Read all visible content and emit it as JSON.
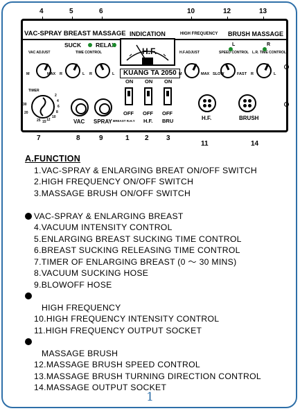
{
  "panel": {
    "title": "VAC-SPRAY BREAST MASSAGE",
    "indication": "INDICATION",
    "meter_label": "H.F.",
    "brand": "KUANG TA 2050",
    "high_frequency": "HIGH FREQUENCY",
    "brush_massage": "BRUSH MASSAGE",
    "suck": "SUCK",
    "relax": "RELAX",
    "vac_adjust": "VAC ADJUST",
    "time_control": "TIME CONTROL",
    "hf_adjust": "H.F.ADJUST",
    "speed_control": "SPEED CONTROL",
    "lr_time_control": "L.R. TIME CONTROL",
    "brush_l": "L",
    "brush_r": "R",
    "min": "M",
    "max": "MAX",
    "r": "R",
    "l": "L",
    "slow": "SLOW",
    "fast": "FAST",
    "timer": "TIMER",
    "timer_scale": [
      "30",
      "2",
      "4",
      "6",
      "8",
      "10",
      "12",
      "25",
      "20",
      "15"
    ],
    "on": "ON",
    "off": "OFF",
    "breast_rhy": "BREAST R.H.Y",
    "hf": "H.F.",
    "bru": "BRU",
    "vac": "VAC",
    "spray": "SPRAY",
    "hf_socket": "H.F.",
    "brush_socket": "BRUSH",
    "callouts_top": [
      "4",
      "5",
      "6",
      "10",
      "12",
      "13"
    ],
    "callouts_bottom": [
      "7",
      "8",
      "9",
      "1",
      "2",
      "3",
      "11",
      "14"
    ]
  },
  "function": {
    "heading": "A.FUNCTION",
    "lines_switch": [
      "1.VAC-SPRAY & ENLARGING BREAT ON/OFF SWITCH",
      "2.HIGH FREQUENCY ON/OFF SWITCH",
      "3.MASSAGE BRUSH ON/OFF SWITCH"
    ],
    "section_vac": "VAC-SPRAY & ENLARGING BREAST",
    "lines_vac": [
      "4.VACUUM INTENSITY CONTROL",
      "5.ENLARGING BREAST SUCKING TIME CONTROL",
      "6.BREAST SUCKING RELEASING TIME CONTROL",
      "7.TIMER OF ENLARGING BREAST (0 ～ 30 MINS)",
      "8.VACUUM SUCKING HOSE",
      "9.BLOWOFF HOSE"
    ],
    "section_hf": "HIGH FREQUENCY",
    "lines_hf": [
      "10.HIGH FREQUENCY INTENSITY CONTROL",
      "11.HIGH FREQUENCY OUTPUT SOCKET"
    ],
    "section_brush": "MASSAGE BRUSH",
    "lines_brush": [
      "12.MASSAGE BRUSH SPEED CONTROL",
      "13.MASSAGE BRUSH TURNING DIRECTION CONTROL",
      "14.MASSAGE OUTPUT SOCKET"
    ]
  },
  "page_number": "1",
  "colors": {
    "frame": "#2e6fa8",
    "indicator_green": "#1a8a2a"
  }
}
